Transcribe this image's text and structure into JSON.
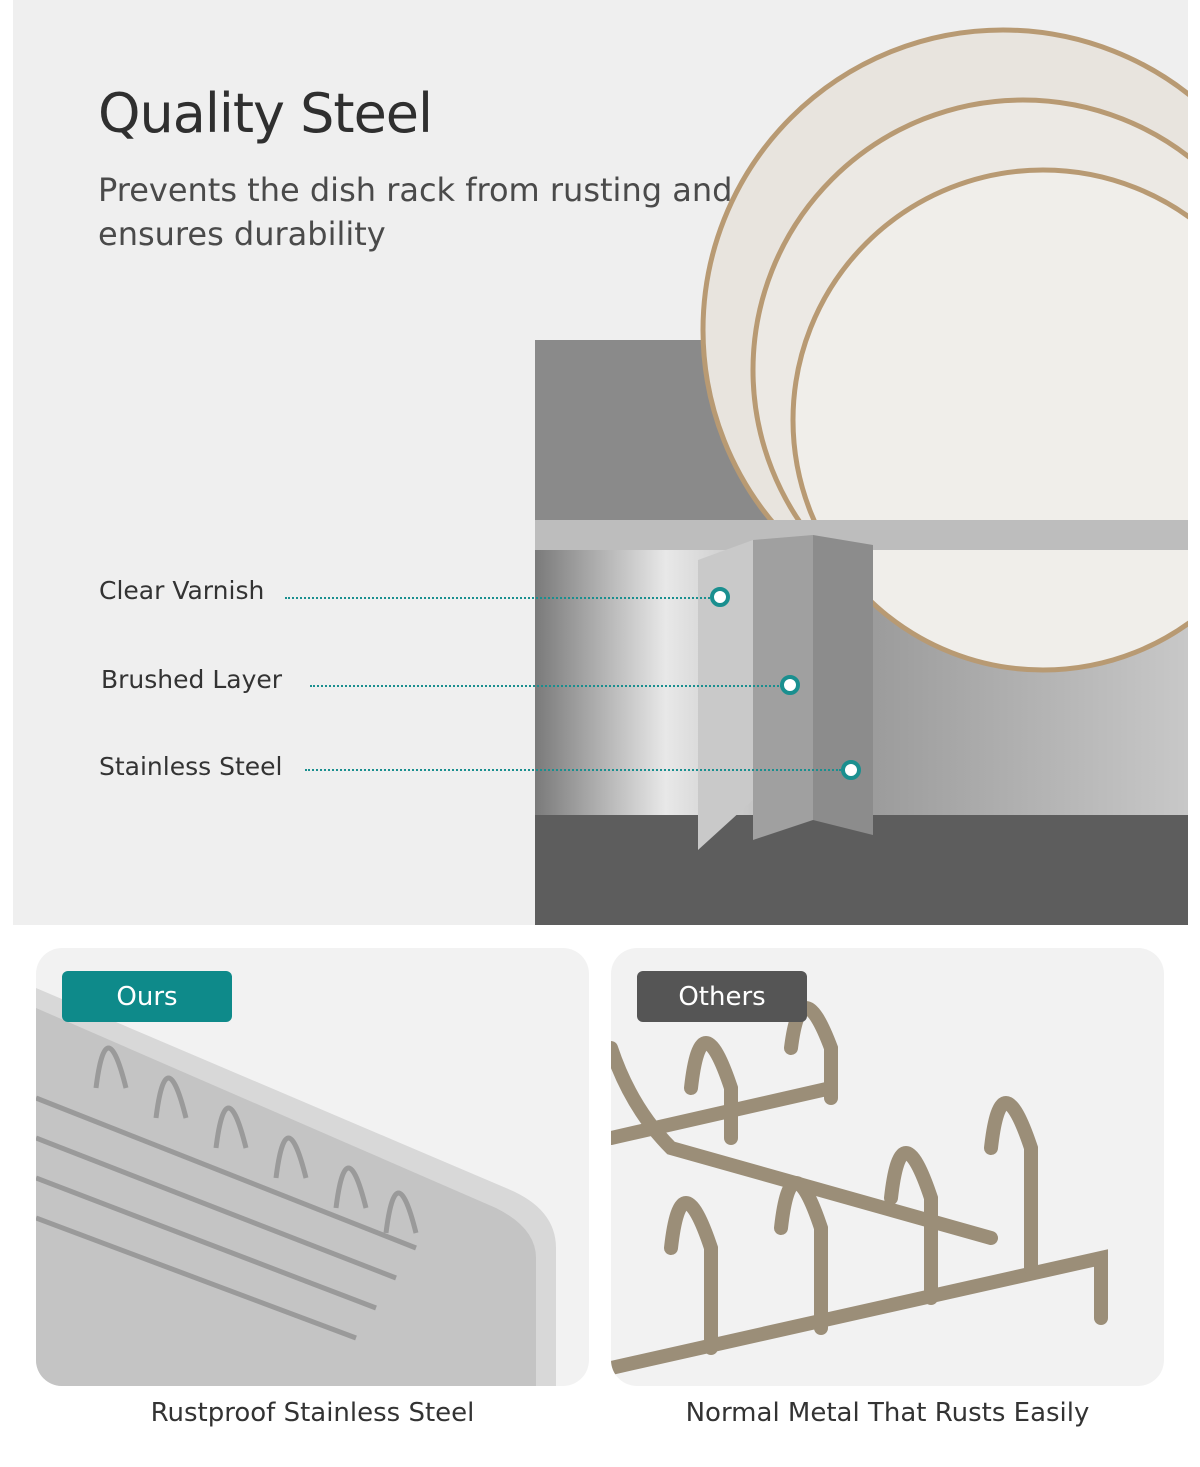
{
  "hero": {
    "title": "Quality Steel",
    "subtitle": "Prevents the dish rack from rusting and ensures durability",
    "layers": [
      {
        "label": "Clear Varnish"
      },
      {
        "label": "Brushed Layer"
      },
      {
        "label": "Stainless Steel"
      }
    ]
  },
  "comparison": {
    "ours": {
      "badge": "Ours",
      "caption": "Rustproof Stainless Steel",
      "color": "#0e8a8a"
    },
    "others": {
      "badge": "Others",
      "caption": "Normal Metal That Rusts Easily",
      "color": "#555555"
    }
  }
}
